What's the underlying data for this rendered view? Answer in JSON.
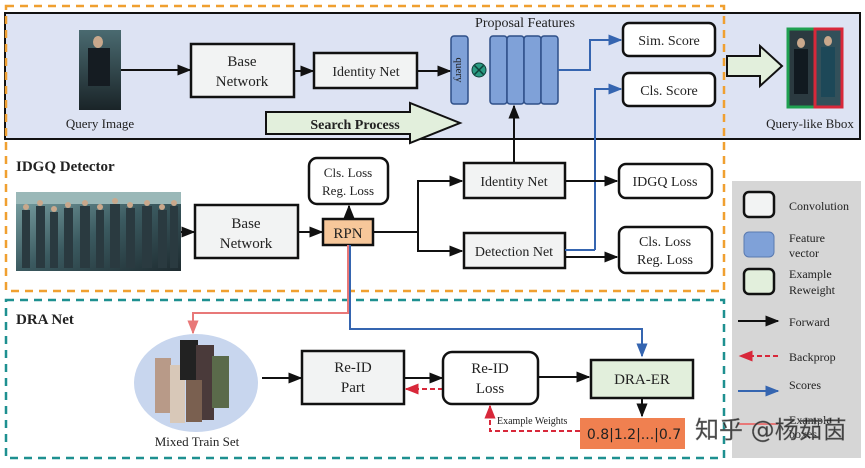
{
  "top_panel": {
    "query_image_label": "Query Image",
    "base_network": [
      "Base",
      "Network"
    ],
    "identity_net": "Identity Net",
    "query_label": "query",
    "proposal_features_label": "Proposal Features",
    "sim_score": "Sim. Score",
    "cls_score": "Cls. Score",
    "search_process": "Search Process",
    "query_like_bbox": "Query-like Bbox"
  },
  "idgq_detector": {
    "title": "IDGQ Detector",
    "base_network": [
      "Base",
      "Network"
    ],
    "rpn": "RPN",
    "rpn_loss": [
      "Cls. Loss",
      "Reg. Loss"
    ],
    "identity_net": "Identity Net",
    "detection_net": "Detection Net",
    "idgq_loss": "IDGQ Loss",
    "det_loss": [
      "Cls. Loss",
      "Reg. Loss"
    ]
  },
  "dra_net": {
    "title": "DRA Net",
    "mixed_train_set": "Mixed Train Set",
    "reid_part": [
      "Re-ID",
      "Part"
    ],
    "reid_loss": [
      "Re-ID",
      "Loss"
    ],
    "dra_er": "DRA-ER",
    "example_weights": "Example Weights",
    "weights_values": "0.8|1.2|...|0.7"
  },
  "legend": {
    "items": [
      {
        "label": [
          "Convolution"
        ],
        "icon": "convolution-box"
      },
      {
        "label": [
          "Feature",
          "vector"
        ],
        "icon": "feature-vector-box"
      },
      {
        "label": [
          "Example",
          "Reweight"
        ],
        "icon": "example-reweight-box"
      },
      {
        "label": [
          "Forward"
        ],
        "icon": "forward-arrow"
      },
      {
        "label": [
          "Backprop"
        ],
        "icon": "backprop-arrow"
      },
      {
        "label": [
          "Scores"
        ],
        "icon": "scores-arrow"
      },
      {
        "label": [
          "Example",
          "boxes"
        ],
        "icon": "example-boxes-line"
      }
    ]
  },
  "watermark": "知乎 @杨茹茵",
  "colors": {
    "top_panel_bg": "#dde3f3",
    "orange_dash": "#f0a030",
    "teal_dash": "#1e9090",
    "feature_blue": "#7fa1d8",
    "rpn_orange": "#f7c79a",
    "reweight_green": "#e2efdc",
    "weights_orange": "#f08050",
    "scores_blue": "#3565b0",
    "backprop_red": "#d8283a",
    "pink_line": "#e87878",
    "legend_bg": "#d6d6d6"
  }
}
